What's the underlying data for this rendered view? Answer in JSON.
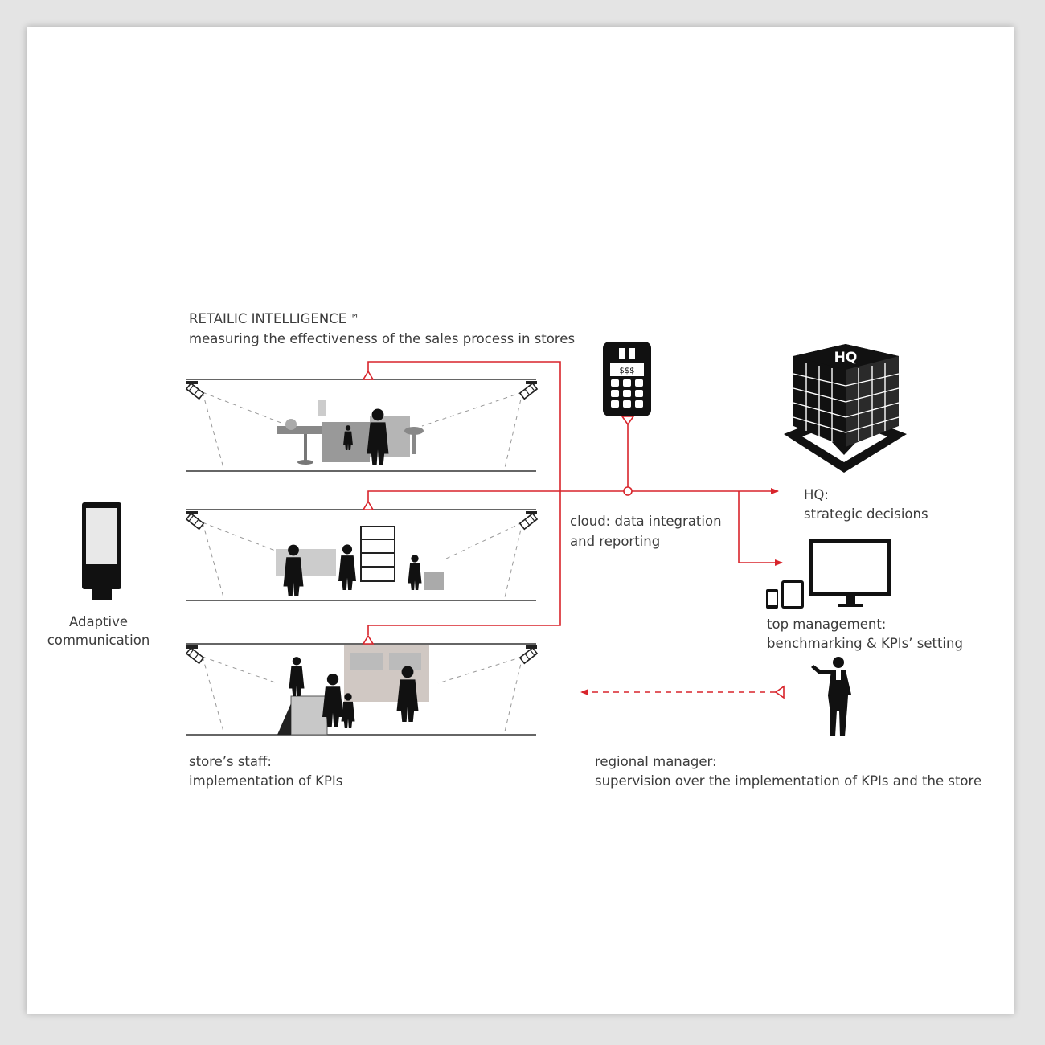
{
  "header": {
    "title": "RETAILIC INTELLIGENCE™",
    "subtitle": "measuring the effectiveness of the sales process in stores"
  },
  "device": {
    "line1": "Adaptive",
    "line2": "communication"
  },
  "cloud": {
    "line1": "cloud: data integration",
    "line2": "and  reporting"
  },
  "hq": {
    "badge": "HQ",
    "line1": "HQ:",
    "line2": "strategic decisions"
  },
  "terminal": {
    "screen": "$$$"
  },
  "top_management": {
    "line1": "top management:",
    "line2": "benchmarking & KPIs’ setting"
  },
  "staff": {
    "line1": "store’s staff:",
    "line2": "implementation of KPIs"
  },
  "regional": {
    "line1": "regional manager:",
    "line2": "supervision over the implementation of KPIs and the store"
  },
  "colors": {
    "accent": "#d8242b",
    "text": "#3c3c3c",
    "icon": "#111111",
    "frame": "#e4e4e4"
  },
  "icons": [
    "ceiling-camera-icon",
    "payment-terminal-icon",
    "hq-building-icon",
    "monitor-icon",
    "tablet-icon",
    "phone-icon",
    "businessman-icon",
    "adaptive-display-icon"
  ]
}
